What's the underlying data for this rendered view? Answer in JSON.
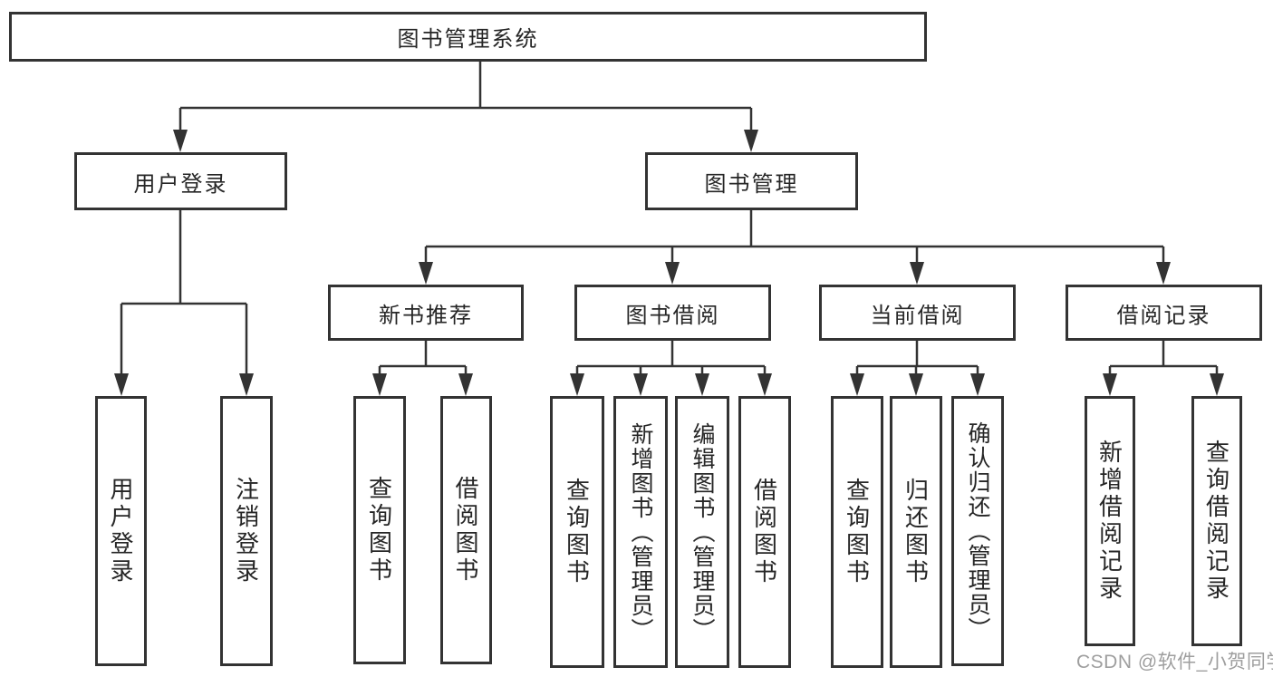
{
  "diagram": {
    "root": {
      "label": "图书管理系统"
    },
    "user_login": {
      "label": "用户登录",
      "children": [
        {
          "label": "用户登录"
        },
        {
          "label": "注销登录"
        }
      ]
    },
    "book_mgmt": {
      "label": "图书管理",
      "sections": [
        {
          "label": "新书推荐",
          "children": [
            {
              "label": "查询图书"
            },
            {
              "label": "借阅图书"
            }
          ]
        },
        {
          "label": "图书借阅",
          "children": [
            {
              "label": "查询图书"
            },
            {
              "label": "新增图书（管理员）"
            },
            {
              "label": "编辑图书（管理员）"
            },
            {
              "label": "借阅图书"
            }
          ]
        },
        {
          "label": "当前借阅",
          "children": [
            {
              "label": "查询图书"
            },
            {
              "label": "归还图书"
            },
            {
              "label": "确认归还（管理员）"
            }
          ]
        },
        {
          "label": "借阅记录",
          "children": [
            {
              "label": "新增借阅记录"
            },
            {
              "label": "查询借阅记录"
            }
          ]
        }
      ]
    }
  },
  "watermark": {
    "text": "CSDN @软件_小贺同学",
    "color": "#9e9e9e"
  },
  "colors": {
    "line": "#333333",
    "box_border": "#333333",
    "box_fill": "#ffffff",
    "text": "#262626",
    "background": "#ffffff"
  }
}
